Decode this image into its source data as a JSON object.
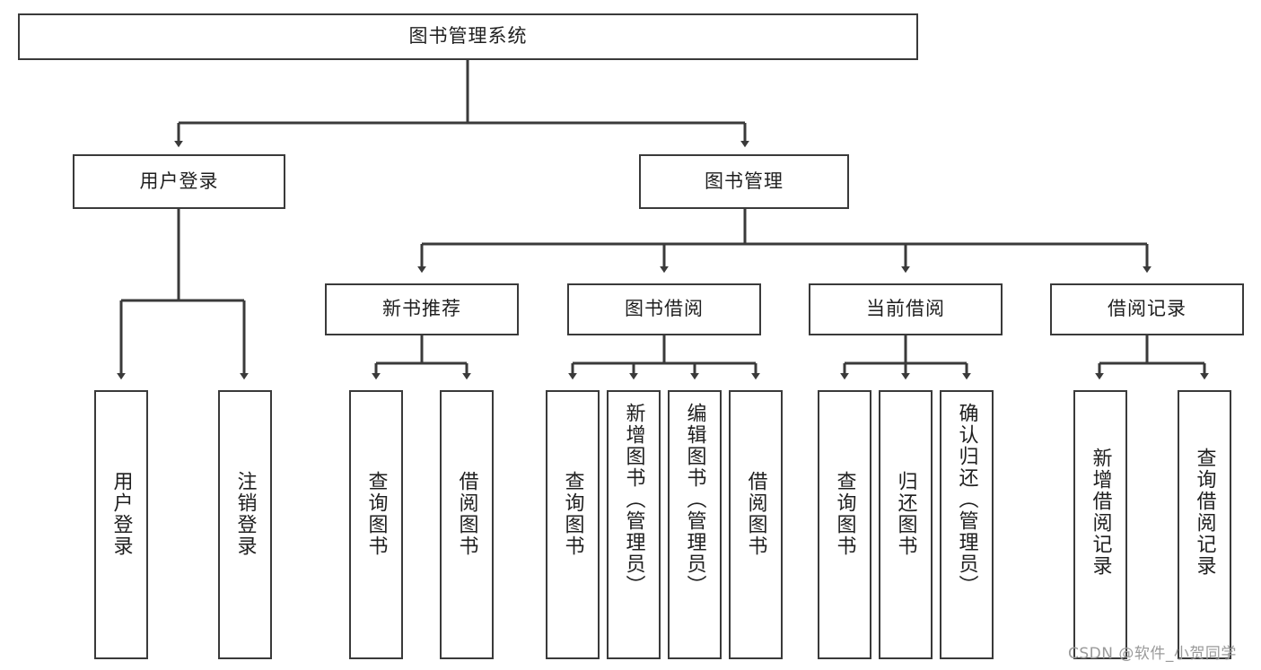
{
  "diagram": {
    "type": "tree",
    "title": "图书管理系统",
    "style": {
      "box_border": "#3a3a3a",
      "box_fill": "#ffffff",
      "line_color": "#3a3a3a",
      "text_color": "#1f1f1f",
      "watermark_color": "#9a9a9a"
    },
    "root": {
      "label": "图书管理系统"
    },
    "level1": [
      {
        "label": "用户登录"
      },
      {
        "label": "图书管理"
      }
    ],
    "level2": [
      {
        "label": "新书推荐"
      },
      {
        "label": "图书借阅"
      },
      {
        "label": "当前借阅"
      },
      {
        "label": "借阅记录"
      }
    ],
    "leaves": {
      "user_login": [
        {
          "label": "用户登录"
        },
        {
          "label": "注销登录"
        }
      ],
      "new_book_recommend": [
        {
          "label": "查询图书"
        },
        {
          "label": "借阅图书"
        }
      ],
      "book_borrow": [
        {
          "label": "查询图书"
        },
        {
          "label": "新增图书（管理员）"
        },
        {
          "label": "编辑图书（管理员）"
        },
        {
          "label": "借阅图书"
        }
      ],
      "current_borrow": [
        {
          "label": "查询图书"
        },
        {
          "label": "归还图书"
        },
        {
          "label": "确认归还（管理员）"
        }
      ],
      "borrow_record": [
        {
          "label": "新增借阅记录"
        },
        {
          "label": "查询借阅记录"
        }
      ]
    }
  },
  "watermark": {
    "text": "CSDN @软件_小贺同学"
  }
}
